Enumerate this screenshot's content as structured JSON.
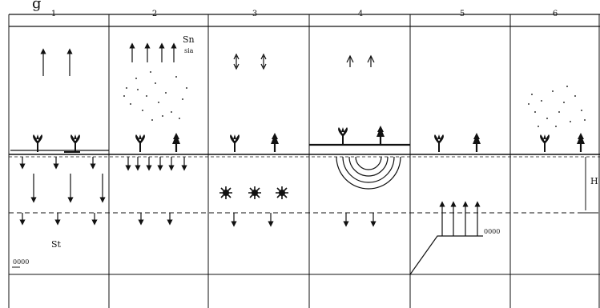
{
  "header_fragment": "g",
  "columns": [
    {
      "number": "1"
    },
    {
      "number": "2"
    },
    {
      "number": "3"
    },
    {
      "number": "4"
    },
    {
      "number": "5"
    },
    {
      "number": "6"
    }
  ],
  "labels": {
    "s_n": "Sn",
    "s_n_sub": "sia",
    "s_t": "St",
    "h_label": "H",
    "datum_1": "0000",
    "datum_5": "0000"
  }
}
